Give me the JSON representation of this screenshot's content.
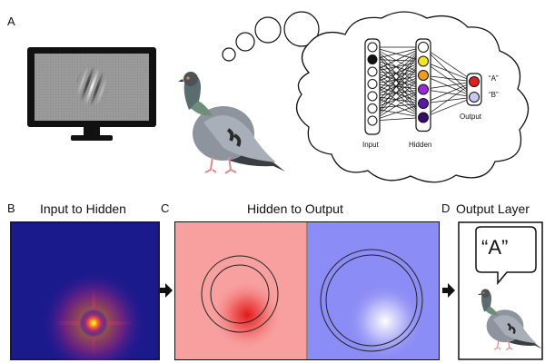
{
  "panels": {
    "a": {
      "letter": "A"
    },
    "b": {
      "letter": "B",
      "title": "Input to Hidden"
    },
    "c": {
      "letter": "C",
      "title": "Hidden to Output"
    },
    "d": {
      "letter": "D",
      "title": "Output Layer",
      "speech": "“A”"
    }
  },
  "network": {
    "input_label": "Input",
    "hidden_label": "Hidden",
    "output_label": "Output",
    "output_a": "“A”",
    "output_b": "“B”",
    "input_nodes": 7,
    "active_input_index": 1,
    "hidden_colors": [
      "#ffffff",
      "#f2e61c",
      "#f39a1a",
      "#9a2ad6",
      "#5a1aa8",
      "#3a0a6a"
    ],
    "output_colors": [
      "#e3201b",
      "#c8c8f0"
    ]
  },
  "colors": {
    "heatmap_bg": "#1a1a8c",
    "red_field": "#f8a0a0",
    "blue_field": "#8c8cf6"
  }
}
